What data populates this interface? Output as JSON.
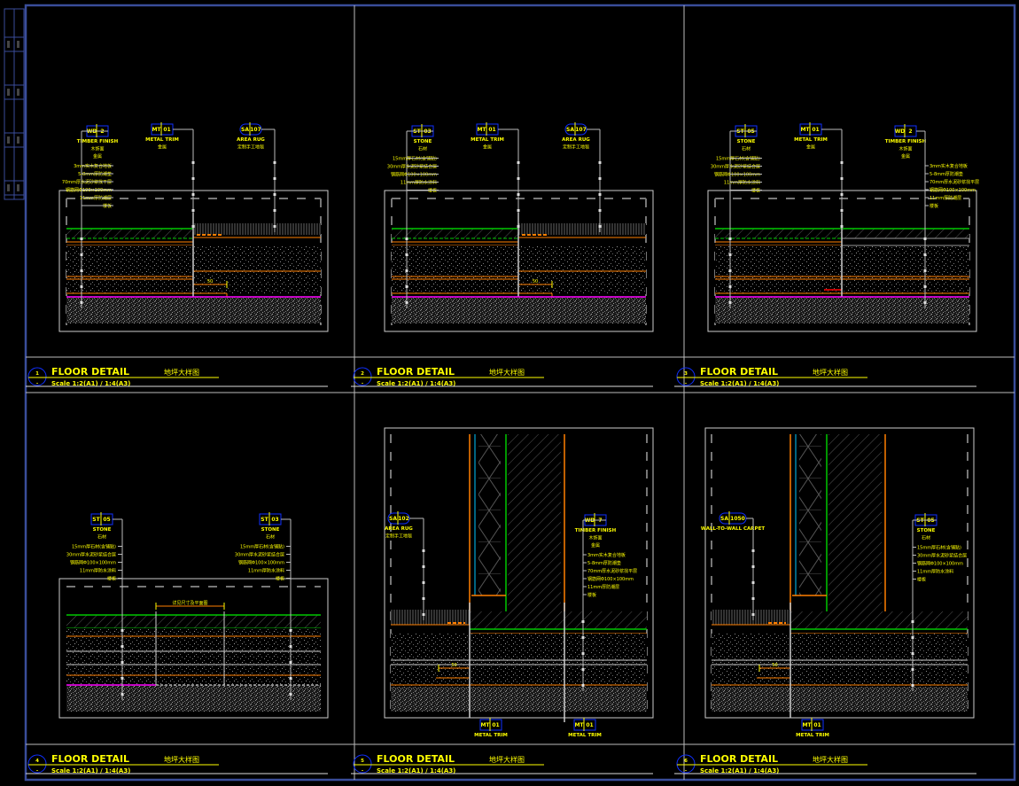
{
  "sheet": {
    "colors": {
      "frame": "#3a4d9a",
      "yellow": "#ffff00",
      "green": "#00c800",
      "orange": "#ff7f00",
      "magenta": "#ff00ff",
      "cyan": "#00c8ff",
      "gray": "#bfbfbf",
      "tag": "#1030ff"
    },
    "panels": [
      {
        "number": "1",
        "sub": "-",
        "title": "FLOOR DETAIL",
        "title_cn": "地坪大样图",
        "scale": "Scale  1:2(A1) / 1:4(A3)",
        "dimension": "50",
        "tags": [
          {
            "code": "WD",
            "num": "2",
            "name": "TIMBER FINISH",
            "name_cn": [
              "木饰面",
              "金属"
            ],
            "notes": [
              "3mm实木复合地板",
              "5-8mm厚防潮垫",
              "70mm厚水泥砂浆找平层",
              "钢筋网Φ100×100mm",
              "11mm厚防潮层",
              "楼板"
            ]
          },
          {
            "code": "MT",
            "num": "01",
            "name": "METAL TRIM",
            "name_cn": [
              "金属"
            ],
            "notes": []
          },
          {
            "code": "SA",
            "num": "107",
            "name": "AREA RUG",
            "name_cn": [
              "定制手工地毯"
            ],
            "notes": []
          }
        ]
      },
      {
        "number": "2",
        "sub": "-",
        "title": "FLOOR DETAIL",
        "title_cn": "地坪大样图",
        "scale": "Scale  1:2(A1) / 1:4(A3)",
        "dimension": "50",
        "tags": [
          {
            "code": "ST",
            "num": "03",
            "name": "STONE",
            "name_cn": [
              "石材"
            ],
            "notes": [
              "15mm厚石材(含铺贴)",
              "30mm厚水泥砂浆结合层",
              "钢筋网Φ100×100mm",
              "11mm厚防水涂料",
              "楼板"
            ]
          },
          {
            "code": "MT",
            "num": "01",
            "name": "METAL TRIM",
            "name_cn": [
              "金属"
            ],
            "notes": []
          },
          {
            "code": "SA",
            "num": "107",
            "name": "AREA RUG",
            "name_cn": [
              "定制手工地毯"
            ],
            "notes": []
          }
        ]
      },
      {
        "number": "3",
        "sub": "-",
        "title": "FLOOR DETAIL",
        "title_cn": "地坪大样图",
        "scale": "Scale  1:2(A1) / 1:4(A3)",
        "dimension": "",
        "tags": [
          {
            "code": "ST",
            "num": "05",
            "name": "STONE",
            "name_cn": [
              "石材"
            ],
            "notes": [
              "15mm厚石材(含铺贴)",
              "30mm厚水泥砂浆结合层",
              "钢筋网Φ100×100mm",
              "11mm厚防水涂料",
              "楼板"
            ]
          },
          {
            "code": "MT",
            "num": "01",
            "name": "METAL TRIM",
            "name_cn": [
              "金属"
            ],
            "notes": []
          },
          {
            "code": "WD",
            "num": "2",
            "name": "TIMBER FINISH",
            "name_cn": [
              "木饰面",
              "金属"
            ],
            "notes": [
              "3mm实木复合地板",
              "5-8mm厚防潮垫",
              "70mm厚水泥砂浆找平层",
              "钢筋网Φ100×100mm",
              "11mm厚防潮层",
              "楼板"
            ]
          }
        ]
      },
      {
        "number": "4",
        "sub": "-",
        "title": "FLOOR DETAIL",
        "title_cn": "地坪大样图",
        "scale": "Scale  1:2(A1) / 1:4(A3)",
        "dimension": "详见尺寸及平面图",
        "tags": [
          {
            "code": "ST",
            "num": "05",
            "name": "STONE",
            "name_cn": [
              "石材"
            ],
            "notes": [
              "15mm厚石材(含铺贴)",
              "30mm厚水泥砂浆结合层",
              "钢筋网Φ100×100mm",
              "11mm厚防水涂料",
              "楼板"
            ]
          },
          {
            "code": "ST",
            "num": "03",
            "name": "STONE",
            "name_cn": [
              "石材"
            ],
            "notes": [
              "15mm厚石材(含铺贴)",
              "30mm厚水泥砂浆结合层",
              "钢筋网Φ100×100mm",
              "11mm厚防水涂料",
              "楼板"
            ]
          }
        ]
      },
      {
        "number": "5",
        "sub": "-",
        "title": "FLOOR DETAIL",
        "title_cn": "地坪大样图",
        "scale": "Scale  1:2(A1) / 1:4(A3)",
        "dimension": "50",
        "tags": [
          {
            "code": "SA",
            "num": "102",
            "name": "AREA RUG",
            "name_cn": [
              "定制手工地毯"
            ],
            "notes": []
          },
          {
            "code": "WD",
            "num": "7",
            "name": "TIMBER FINISH",
            "name_cn": [
              "木饰面",
              "金属"
            ],
            "notes": [
              "3mm实木复合地板",
              "5-8mm厚防潮垫",
              "70mm厚水泥砂浆找平层",
              "钢筋网Φ100×100mm",
              "11mm厚防潮层",
              "楼板"
            ]
          },
          {
            "code": "MT",
            "num": "01",
            "name": "METAL TRIM",
            "name_cn": [],
            "notes": []
          },
          {
            "code": "MT",
            "num": "01",
            "name": "METAL TRIM",
            "name_cn": [],
            "notes": []
          }
        ]
      },
      {
        "number": "6",
        "sub": "-",
        "title": "FLOOR DETAIL",
        "title_cn": "地坪大样图",
        "scale": "Scale  1:2(A1) / 1:4(A3)",
        "dimension": "50",
        "tags": [
          {
            "code": "SA",
            "num": "1050",
            "name": "WALL-TO-WALL CARPET",
            "name_cn": [],
            "notes": []
          },
          {
            "code": "ST",
            "num": "05",
            "name": "STONE",
            "name_cn": [
              "石材"
            ],
            "notes": [
              "15mm厚石材(含铺贴)",
              "30mm厚水泥砂浆结合层",
              "钢筋网Φ100×100mm",
              "11mm厚防水涂料",
              "楼板"
            ]
          },
          {
            "code": "MT",
            "num": "01",
            "name": "METAL TRIM",
            "name_cn": [],
            "notes": []
          }
        ]
      }
    ]
  }
}
